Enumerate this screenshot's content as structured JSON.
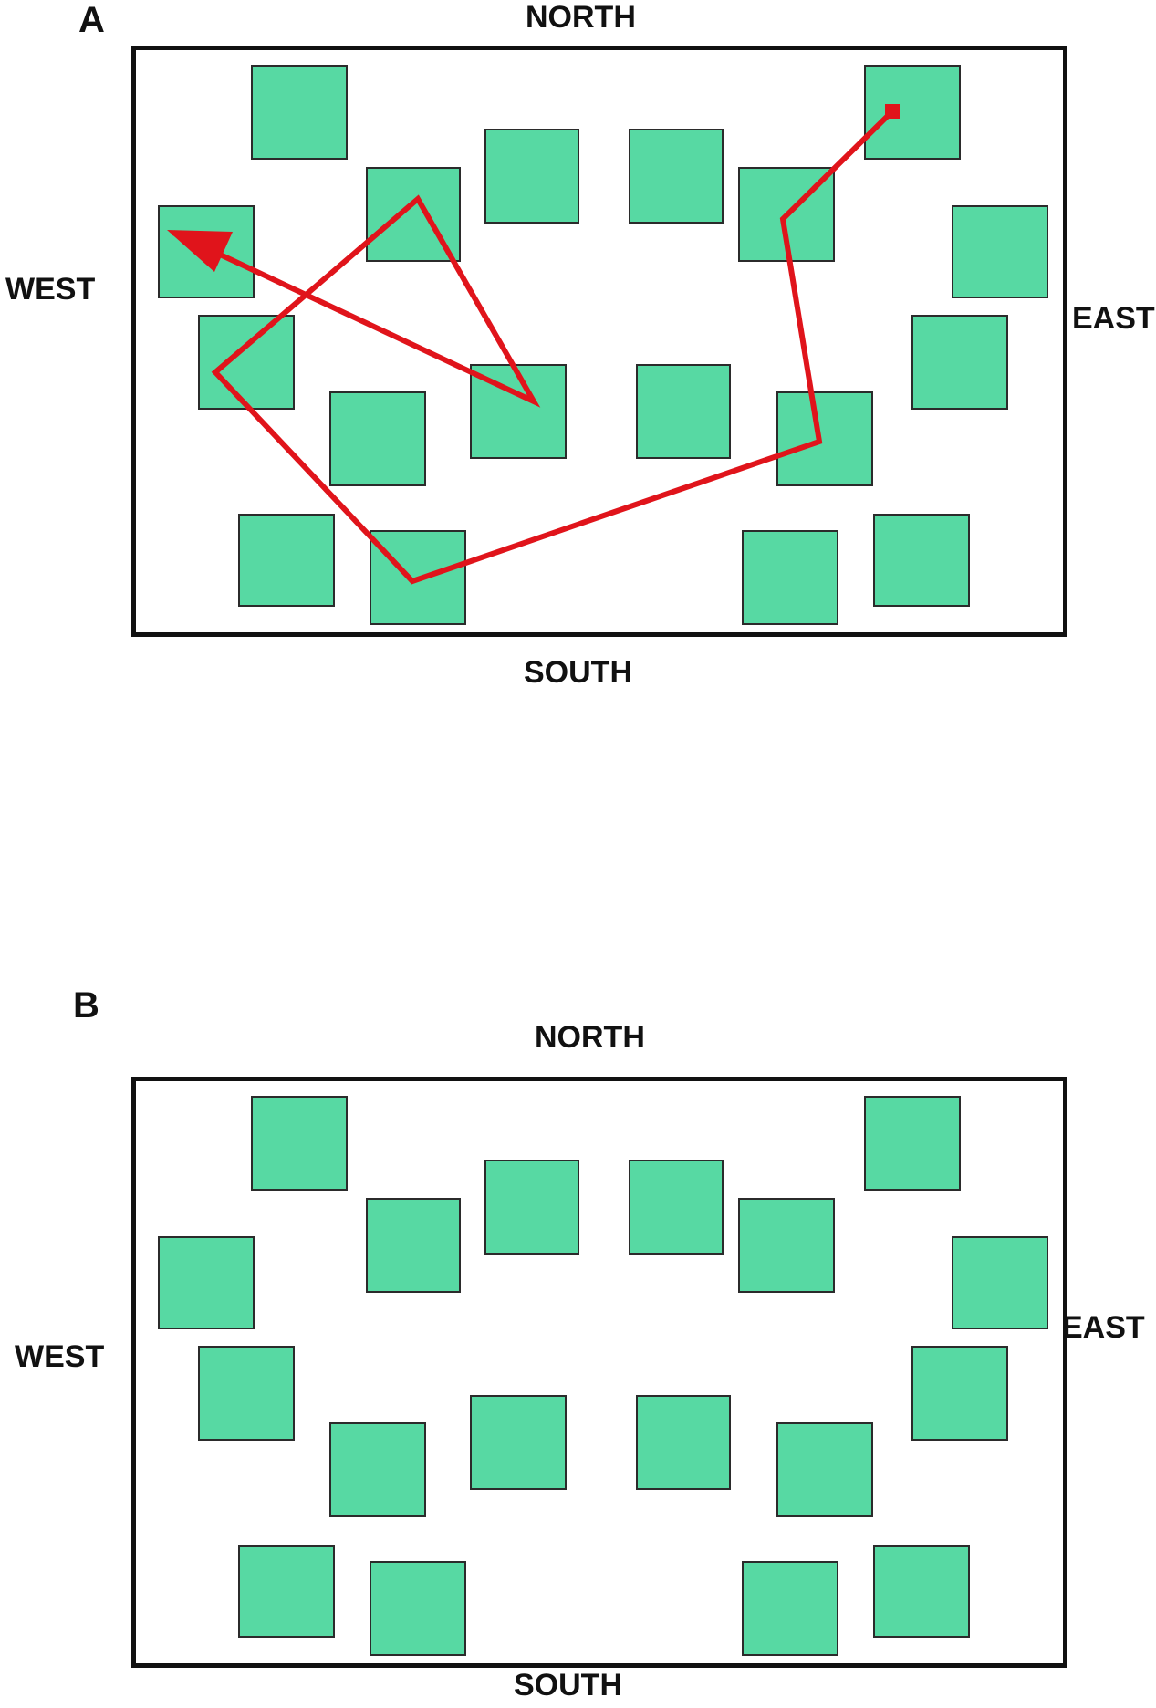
{
  "panels": [
    {
      "letter": "A",
      "north": "NORTH",
      "south": "SOUTH",
      "west": "WEST",
      "east": "EAST",
      "has_path": true
    },
    {
      "letter": "B",
      "north": "NORTH",
      "south": "SOUTH",
      "west": "WEST",
      "east": "EAST",
      "has_path": false
    }
  ],
  "colors": {
    "box_fill": "#57d9a3",
    "path": "#e0141b",
    "border": "#111111"
  }
}
